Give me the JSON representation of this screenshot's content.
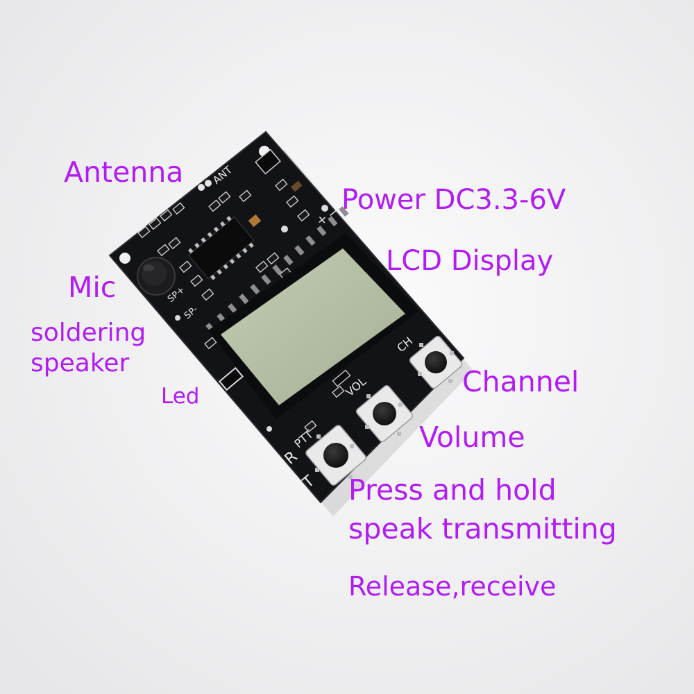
{
  "theme": {
    "annotation_color": "#b21cf2",
    "board_color": "#121316",
    "lcd_color": "#b3bda3",
    "silkscreen_color": "#e8e8e8"
  },
  "annotations": {
    "antenna": "Antenna",
    "power": "Power DC3.3-6V",
    "lcd_display": "LCD Display",
    "mic": "Mic",
    "soldering_speaker_line1": "soldering",
    "soldering_speaker_line2": "speaker",
    "channel": "Channel",
    "led": "Led",
    "volume": "Volume",
    "press_hold_line1": "Press and hold",
    "press_hold_line2": "speak transmitting",
    "release_receive": "Release,receive"
  },
  "board_silkscreen": {
    "ant": "ANT",
    "plus": "+",
    "minus": "−",
    "sp_plus": "SP+",
    "sp_minus": "SP-",
    "ch": "CH",
    "vol": "VOL",
    "ptt": "PTT",
    "t": "T",
    "r": "R"
  }
}
